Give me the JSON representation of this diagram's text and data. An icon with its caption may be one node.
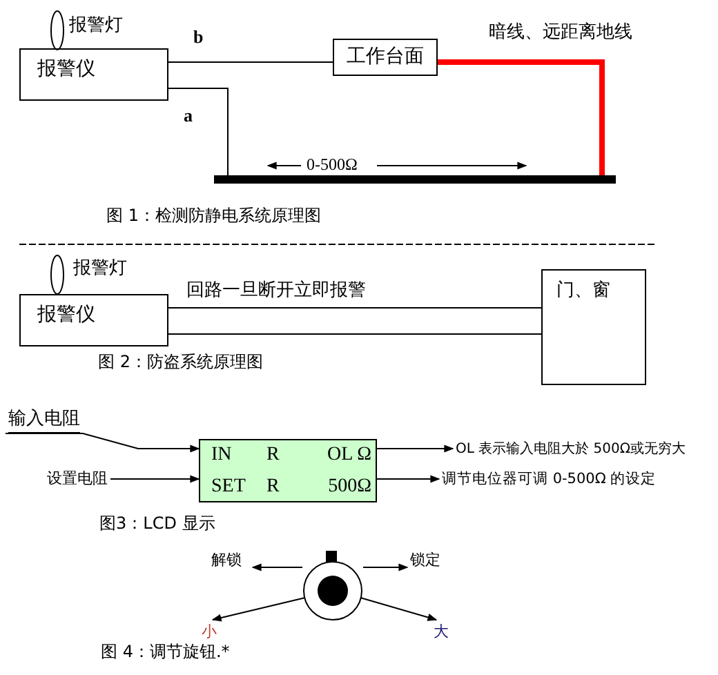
{
  "diagram": {
    "nodes": [
      {
        "text": [],
        "shape": "circle",
        "beside": [
          "报警灯"
        ]
      },
      {
        "text": [
          "报警仪"
        ]
      },
      {
        "text": [
          "工作台面"
        ]
      },
      {
        "text": [],
        "shape": "bar"
      },
      {
        "text": [],
        "shape": "circle",
        "beside": [
          "报警灯"
        ]
      },
      {
        "text": [
          "报警仪"
        ]
      },
      {
        "text": [
          "门、窗"
        ]
      },
      {
        "text": [
          "输入电阻"
        ]
      },
      {
        "text": [
          "设置电阻"
        ]
      },
      {
        "text": [
          "IN",
          "R",
          "OL Ω",
          "SET",
          "R",
          "500Ω"
        ]
      },
      {
        "text": [
          "OL 表示输入电阻大於 500Ω或无穷大"
        ]
      },
      {
        "text": [
          "调节电位器可调 0-500Ω 的设定"
        ]
      },
      {
        "text": [
          "解锁"
        ]
      },
      {
        "text": [],
        "shape": "picture"
      },
      {
        "text": [
          "锁定"
        ]
      },
      {
        "text": [
          "小"
        ]
      },
      {
        "text": [
          "大"
        ]
      }
    ],
    "edges": [
      {
        "from": 1,
        "to": 2,
        "arrow": "none",
        "label": "b"
      },
      {
        "from": 1,
        "to": 3,
        "arrow": "none",
        "label": "a"
      },
      {
        "from": 2,
        "to": 3,
        "arrow": "none",
        "label": "暗线、远距离地线",
        "style": "thick",
        "color": "#ff0000"
      },
      {
        "from": 5,
        "to": 6,
        "arrow": "none",
        "label": "回路一旦断开立即报警"
      },
      {
        "from": 5,
        "to": 6,
        "arrow": "none"
      },
      {
        "from": 7,
        "to": 9,
        "arrow": "to"
      },
      {
        "from": 8,
        "to": 9,
        "arrow": "to"
      },
      {
        "from": 9,
        "to": 10,
        "arrow": "to"
      },
      {
        "from": 9,
        "to": 11,
        "arrow": "to"
      },
      {
        "from": 13,
        "to": 12,
        "arrow": "to"
      },
      {
        "from": 13,
        "to": 14,
        "arrow": "to"
      },
      {
        "from": 13,
        "to": 15,
        "arrow": "to"
      },
      {
        "from": 13,
        "to": 16,
        "arrow": "to"
      }
    ],
    "labels": [
      "0-500Ω",
      "图 1：检测防静电系统原理图",
      "图 2：防盗系统原理图",
      "图3：LCD 显示",
      "图 4：调节旋钮.*"
    ]
  }
}
